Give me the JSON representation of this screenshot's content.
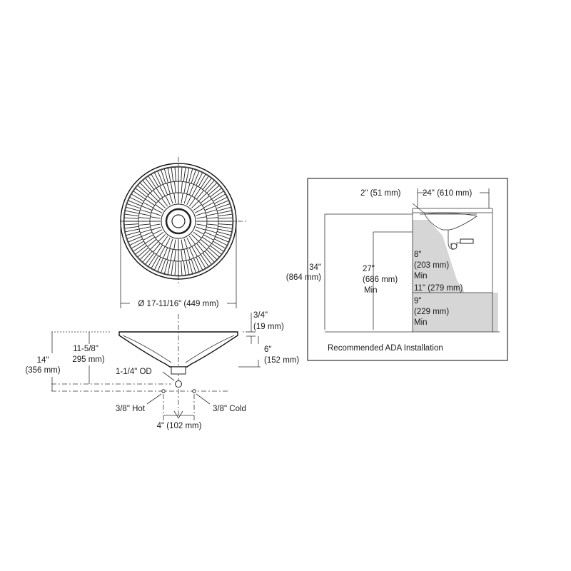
{
  "top_view": {
    "diameter_label": "Ø 17-11/16\" (449 mm)"
  },
  "side_view": {
    "rim_thickness_in": "3/4\"",
    "rim_thickness_mm": "(19 mm)",
    "depth_in": "6\"",
    "depth_mm": "(152 mm)",
    "overall_height_in": "14\"",
    "overall_height_mm": "(356 mm)",
    "drain_height_in": "11-5/8\"",
    "drain_height_mm": "295 mm)",
    "drain_label": "1-1/4\" OD",
    "hot_label": "3/8\" Hot",
    "cold_label": "3/8\" Cold",
    "supply_spacing_label": "4\" (102 mm)"
  },
  "ada": {
    "caption": "Recommended ADA Installation",
    "setback_label": "2\" (51 mm)",
    "width_label": "24\" (610 mm)",
    "height_in": "34\"",
    "height_mm": "(864 mm)",
    "knee_in": "27\"",
    "knee_mm": "(686 mm)",
    "knee_min": "Min",
    "knee_depth_in": "8\"",
    "knee_depth_mm": "(203 mm)",
    "knee_depth_min": "Min",
    "toe_label": "11\" (279 mm)",
    "toe_height_in": "9\"",
    "toe_height_mm": "(229 mm)",
    "toe_height_min": "Min"
  }
}
